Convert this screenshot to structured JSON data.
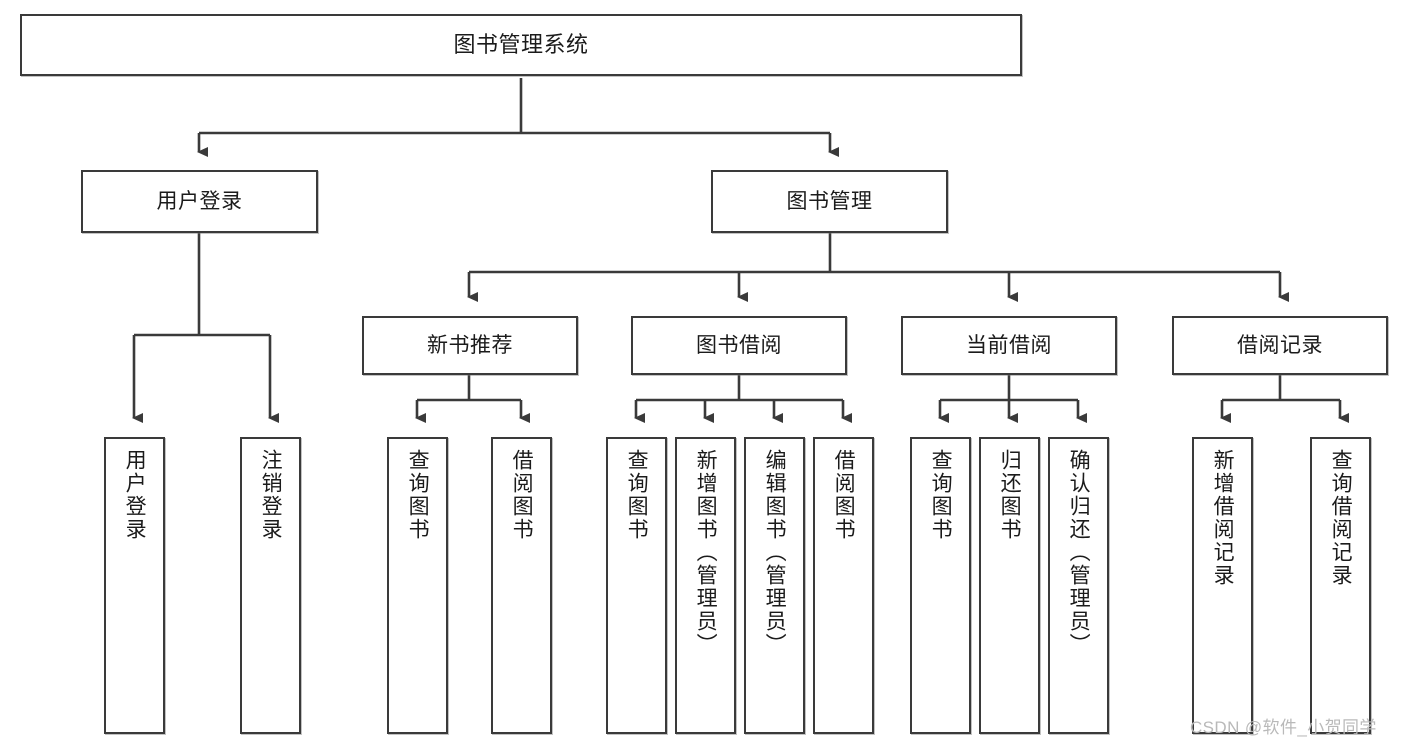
{
  "diagram": {
    "type": "tree-hierarchy",
    "title": "图书管理系统",
    "orientation": "top-down",
    "colors": {
      "box_border": "#3a3a3a",
      "box_fill": "#ffffff",
      "connector": "#3a3a3a",
      "text": "#1b1b1b",
      "watermark": "#b9b9b9"
    },
    "nodes": {
      "root": {
        "label": "图书管理系统"
      },
      "level1": [
        {
          "id": "user-login",
          "label": "用户登录"
        },
        {
          "id": "book-management",
          "label": "图书管理"
        }
      ],
      "level2": [
        {
          "id": "new-book-recommend",
          "label": "新书推荐"
        },
        {
          "id": "book-borrow",
          "label": "图书借阅"
        },
        {
          "id": "current-borrow",
          "label": "当前借阅"
        },
        {
          "id": "borrow-record",
          "label": "借阅记录"
        }
      ],
      "leaves": {
        "user-login": [
          {
            "id": "leaf-user-login",
            "label": "用户登录"
          },
          {
            "id": "leaf-logout-login",
            "label": "注销登录"
          }
        ],
        "new-book-recommend": [
          {
            "id": "leaf-query-book-1",
            "label": "查询图书"
          },
          {
            "id": "leaf-borrow-book-1",
            "label": "借阅图书"
          }
        ],
        "book-borrow": [
          {
            "id": "leaf-query-book-2",
            "label": "查询图书"
          },
          {
            "id": "leaf-add-book-admin",
            "label": "新增图书（管理员）"
          },
          {
            "id": "leaf-edit-book-admin",
            "label": "编辑图书（管理员）"
          },
          {
            "id": "leaf-borrow-book-2",
            "label": "借阅图书"
          }
        ],
        "current-borrow": [
          {
            "id": "leaf-query-book-3",
            "label": "查询图书"
          },
          {
            "id": "leaf-return-book",
            "label": "归还图书"
          },
          {
            "id": "leaf-confirm-return-admin",
            "label": "确认归还（管理员）"
          }
        ],
        "borrow-record": [
          {
            "id": "leaf-add-borrow-record",
            "label": "新增借阅记录"
          },
          {
            "id": "leaf-query-borrow-record",
            "label": "查询借阅记录"
          }
        ]
      }
    },
    "watermark": "CSDN @软件_小贺同学"
  }
}
